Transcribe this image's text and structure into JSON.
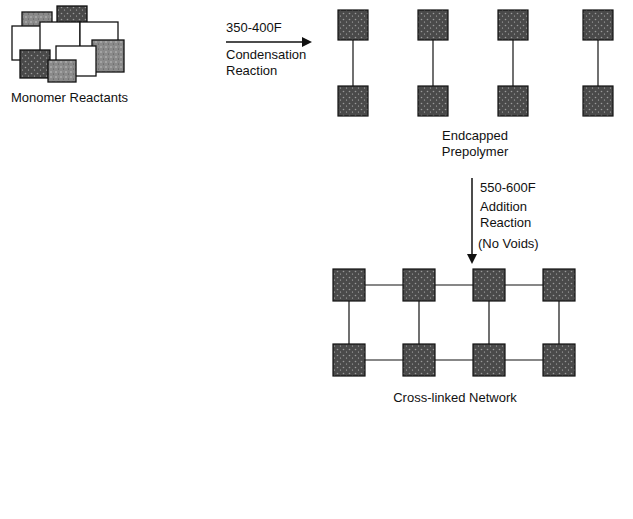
{
  "diagram": {
    "labels": [
      "Monomer Reactants",
      "350-400F",
      "Condensation Reaction",
      "Endcapped Prepolymer",
      "550-600F",
      "Addition Reaction",
      "(No Voids)",
      "Cross-linked Network"
    ]
  }
}
